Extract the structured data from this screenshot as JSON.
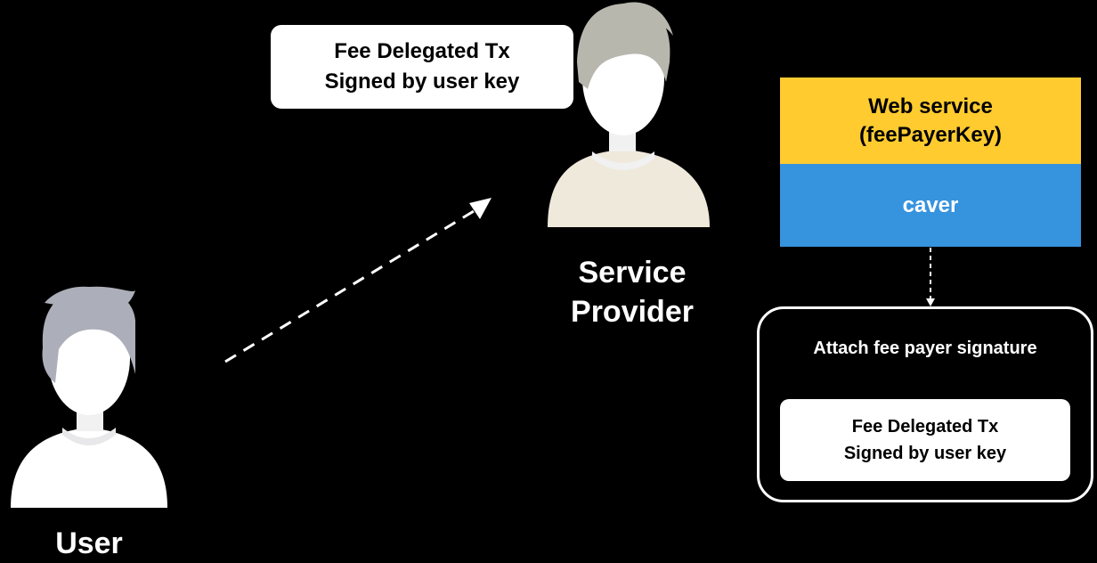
{
  "bubble": {
    "line1": "Fee Delegated Tx",
    "line2": "Signed by user key"
  },
  "service_provider": {
    "label_line1": "Service",
    "label_line2": "Provider"
  },
  "user": {
    "label": "User"
  },
  "web_service": {
    "line1": "Web service",
    "line2": "(feePayerKey)"
  },
  "caver": {
    "label": "caver"
  },
  "attach": {
    "title": "Attach fee payer signature",
    "tx_line1": "Fee Delegated Tx",
    "tx_line2": "Signed by user key"
  },
  "colors": {
    "background": "#000000",
    "web_service": "#ffcb2f",
    "caver": "#3693de",
    "hair": "#b8b7ae",
    "user_hair": "#acaeb9",
    "provider_shirt": "#efe9dc",
    "skin": "#f1f1f1"
  },
  "icons": [
    "user-avatar-icon",
    "service-provider-avatar-icon",
    "dashed-arrow-icon"
  ]
}
